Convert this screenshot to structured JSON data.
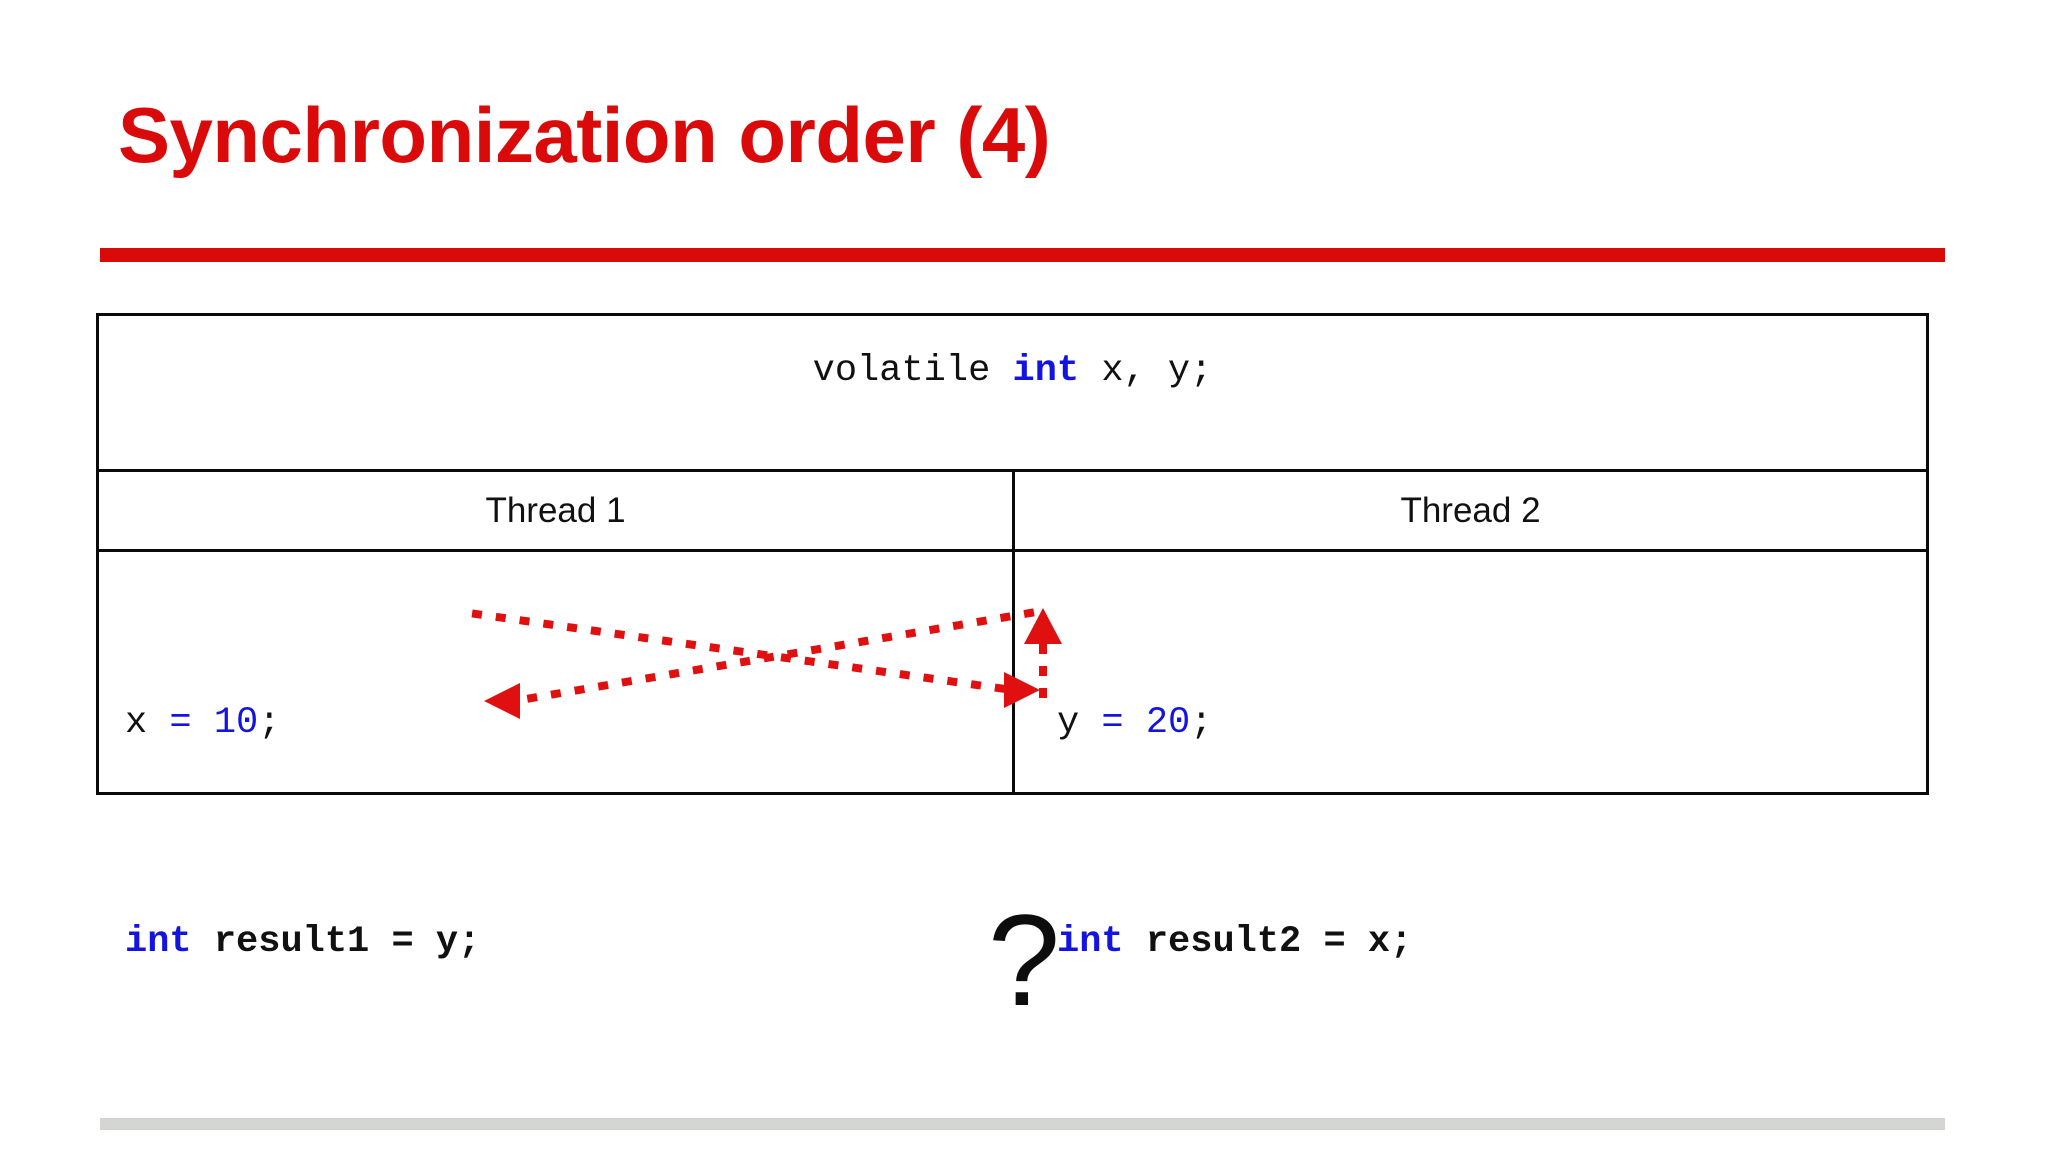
{
  "slide": {
    "title": "Synchronization order (4)",
    "accent_color": "#DA0A0A",
    "keyword_color": "#1414E0",
    "border_color": "#0A0A0A",
    "footer_color": "#D4D6D4",
    "background": "#FFFFFF"
  },
  "table": {
    "declaration": {
      "full_text": "volatile int x, y;",
      "tokens": {
        "before": "volatile ",
        "keyword": "int",
        "after": " x, y;"
      }
    },
    "headers": [
      {
        "label": "Thread 1"
      },
      {
        "label": "Thread 2"
      }
    ],
    "thread1": {
      "line1": {
        "full_text": "x = 10;",
        "ident": "x",
        "op": " = ",
        "value": "10",
        "semi": ";"
      },
      "line2": {
        "full_text": "int result1 = y;",
        "keyword": "int",
        "rest": " result1 = y;"
      }
    },
    "thread2": {
      "line1": {
        "full_text": "y = 20;",
        "ident": "y",
        "op": " = ",
        "value": "20",
        "semi": ";"
      },
      "line2": {
        "full_text": "int result2 = x;",
        "keyword": "int",
        "rest": " result2 = x;"
      }
    }
  },
  "annotations": {
    "arrow_color": "#E01010",
    "arrows": [
      {
        "name": "arrow-x-write-to-result2-read",
        "from": "x = 10;",
        "to": "int result2 = x;",
        "direction": "right"
      },
      {
        "name": "arrow-y-write-to-result1-read",
        "from": "y = 20;",
        "to": "int result1 = y;",
        "direction": "left"
      },
      {
        "name": "arrow-thread2-program-order",
        "from": "y = 20;",
        "to": "int result2 = x;",
        "direction": "up"
      }
    ]
  },
  "question": {
    "mark": "?"
  }
}
